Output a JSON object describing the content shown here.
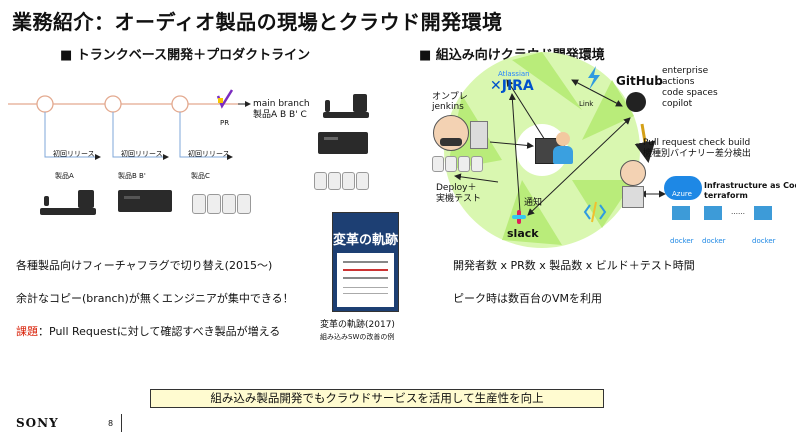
{
  "title": "業務紹介：オーディオ製品の現場とクラウド開発環境",
  "left_section": {
    "heading": "■ トランクベース開発＋プロダクトライン",
    "main_branch": "main branch",
    "main_branch_products": "製品A B B' C",
    "pr_label": "PR",
    "release_labels": [
      "初回リリース",
      "初回リリース",
      "初回リリース"
    ],
    "product_labels": [
      "製品A",
      "製品B B'",
      "製品C"
    ],
    "bullets": [
      "各種製品向けフィーチャフラグで切り替え(2015～)",
      "余計なコピー(branch)が無くエンジニアが集中できる！"
    ],
    "issue_label": "課題",
    "issue_text": "：Pull Requestに対して確認すべき製品が増える",
    "book_title": "変革の軌跡",
    "book_caption_line1": "変革の軌跡(2017)",
    "book_caption_line2": "組み込みSWの改善の例"
  },
  "right_section": {
    "heading": "■ 組込み向けクラウド開発環境",
    "onprem": "オンプレ",
    "jenkins": "jenkins",
    "atlassian": "Atlassian",
    "jira": "JIRA",
    "link": "Link",
    "github": "GitHub",
    "github_features": [
      "enterprise",
      "actions",
      "code spaces",
      "copilot"
    ],
    "pr_check": "Pull request check build",
    "binary_diff": "機種別バイナリー差分検出",
    "deploy": "Deploy＋",
    "device_test": "実機テスト",
    "notify": "通知",
    "slack": "slack",
    "azure": "Azure",
    "iac_line1": "Infrastructure as Code",
    "iac_line2": "terraform",
    "docker": "docker",
    "ellipsis": "……",
    "formula": "開発者数 x PR数 x 製品数 x ビルド＋テスト時間",
    "peak": "ピーク時は数百台のVMを利用"
  },
  "banner": "組み込み製品開発でもクラウドサービスを活用して生産性を向上",
  "footer": {
    "logo": "SONY",
    "page_number": "8"
  },
  "colors": {
    "branch_line": "#e3a98f",
    "lime": "#c4f08a",
    "arrow": "#222222",
    "pr_check": "#d4a017",
    "azure": "#1e88e5",
    "banner_bg": "#fffbd0",
    "issue_red": "#d81e05"
  }
}
